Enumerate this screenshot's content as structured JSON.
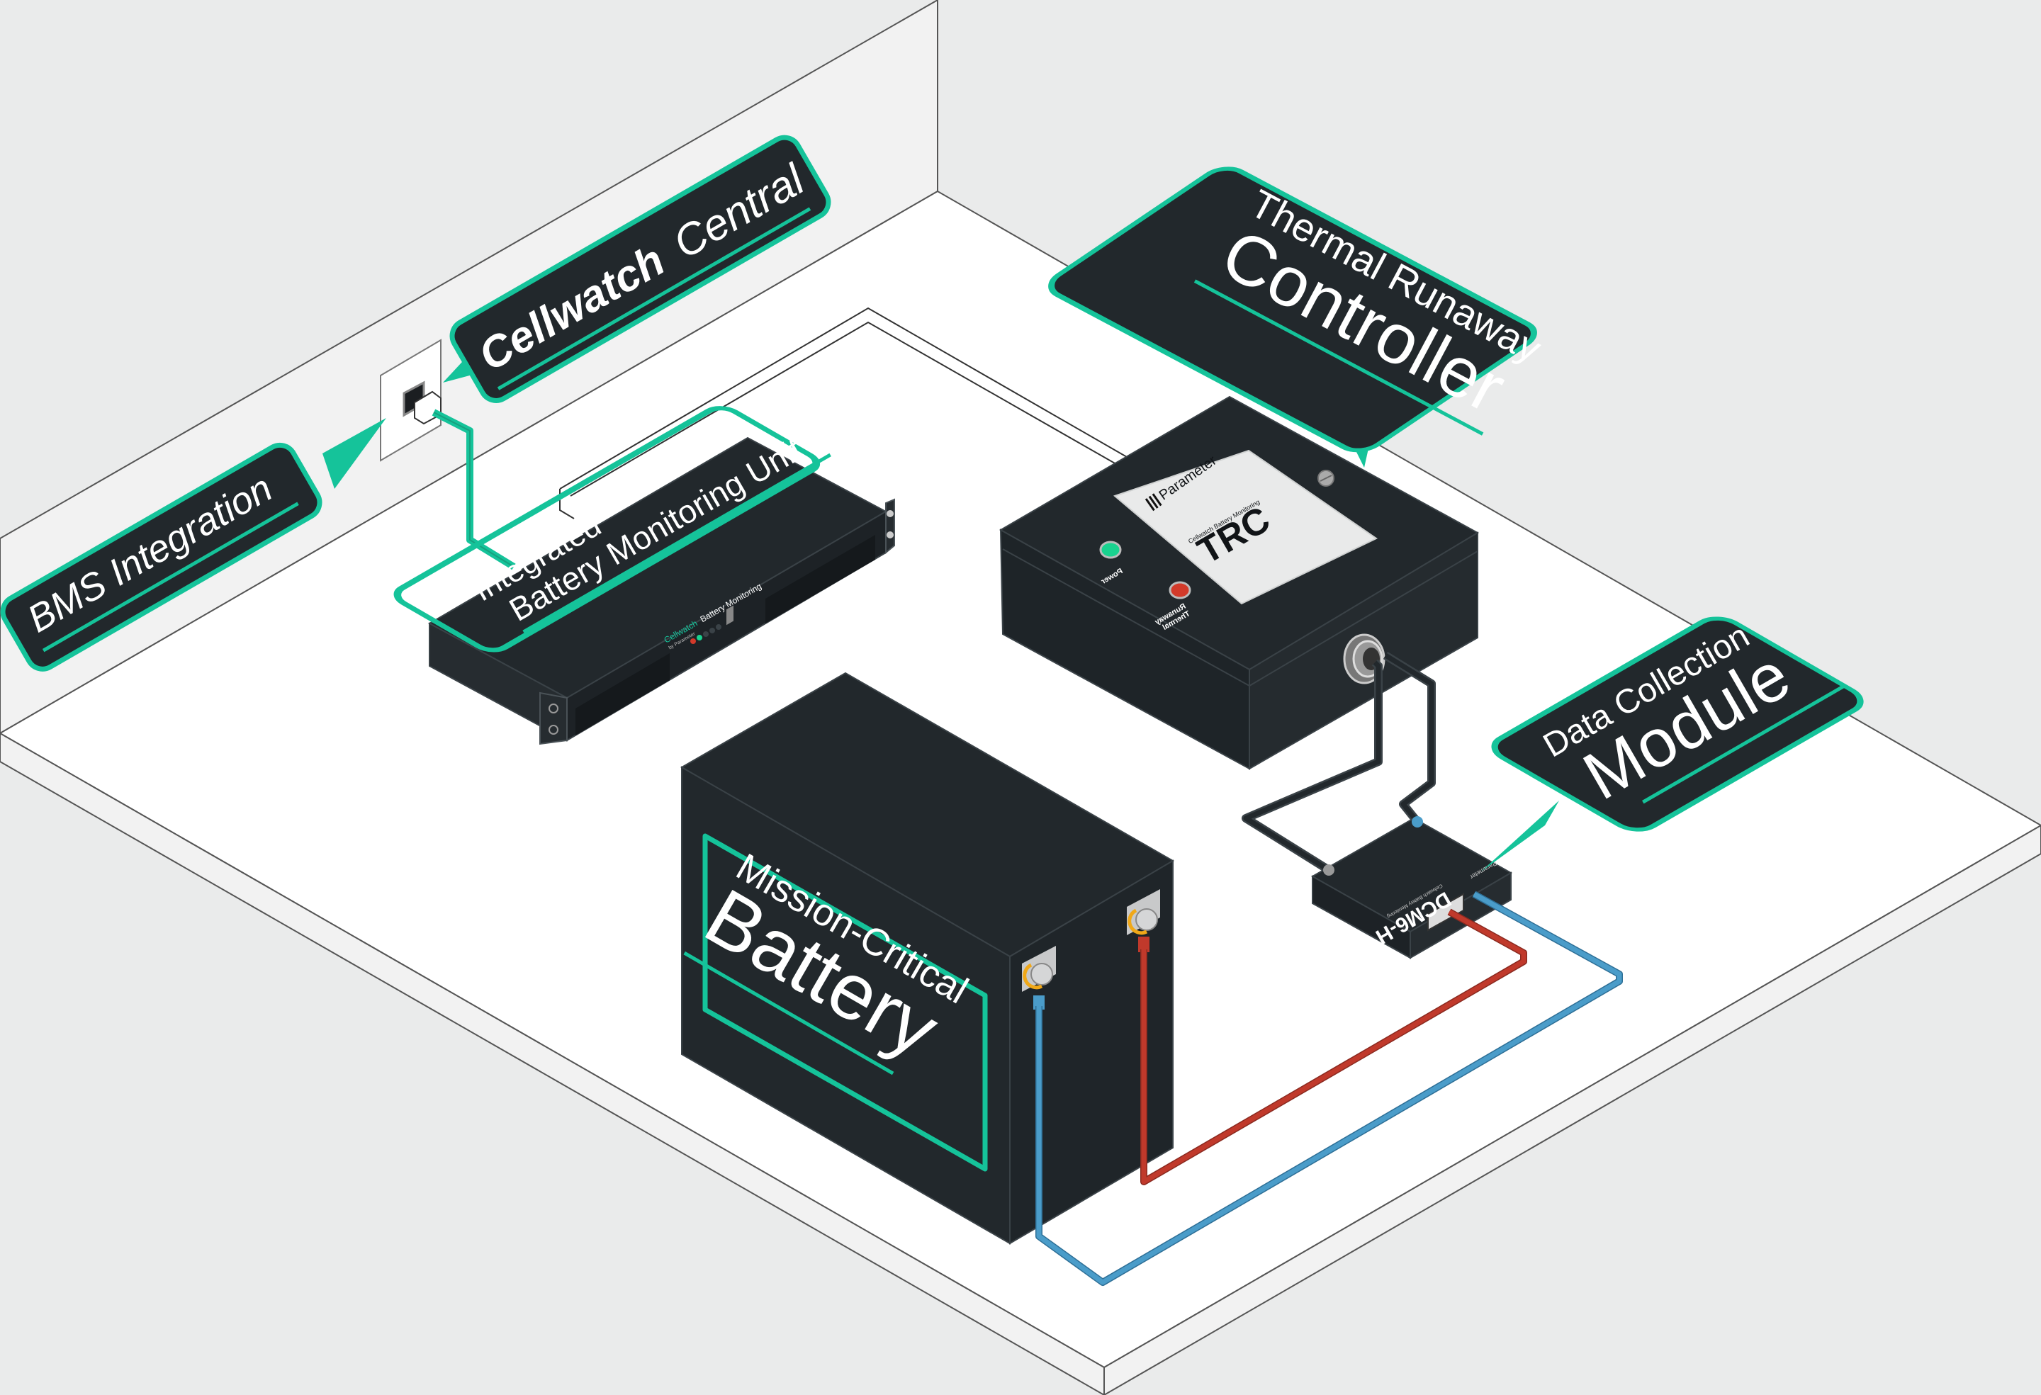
{
  "colors": {
    "background": "#eaebeb",
    "wall": "#f2f2f2",
    "floor": "#ffffff",
    "device": "#22282c",
    "accent": "#15c39a",
    "cable_red": "#c0392b",
    "cable_blue": "#4a9cc9",
    "terminal_gold": "#f0a818",
    "led_green": "#19d28f",
    "led_red": "#d23a2a"
  },
  "callouts": {
    "bms": {
      "text": "BMS Integration"
    },
    "cellwatch": {
      "part1": "Cellwatch",
      "part2": "Central"
    },
    "trc": {
      "line1": "Thermal Runaway",
      "line2": "Controller"
    },
    "dcm": {
      "line1": "Data Collection",
      "line2": "Module"
    }
  },
  "devices": {
    "rack_unit": {
      "line1": "Integrated",
      "line2": "Battery Monitoring Unit",
      "front_brand": "Cellwatch",
      "front_text": "Battery Monitoring",
      "front_sub": "by Parameter"
    },
    "trc_box": {
      "brand": "Parameter",
      "subtitle": "Cellwatch Battery Monitoring",
      "model": "TRC",
      "led_power": "Power",
      "led_thermal_1": "Thermal",
      "led_thermal_2": "Runaway"
    },
    "dcm": {
      "model": "DCM6-H",
      "subtitle": "Cellwatch Battery Monitoring",
      "brand": "Parameter"
    },
    "battery": {
      "line1": "Mission-Critical",
      "line2": "Battery"
    }
  }
}
